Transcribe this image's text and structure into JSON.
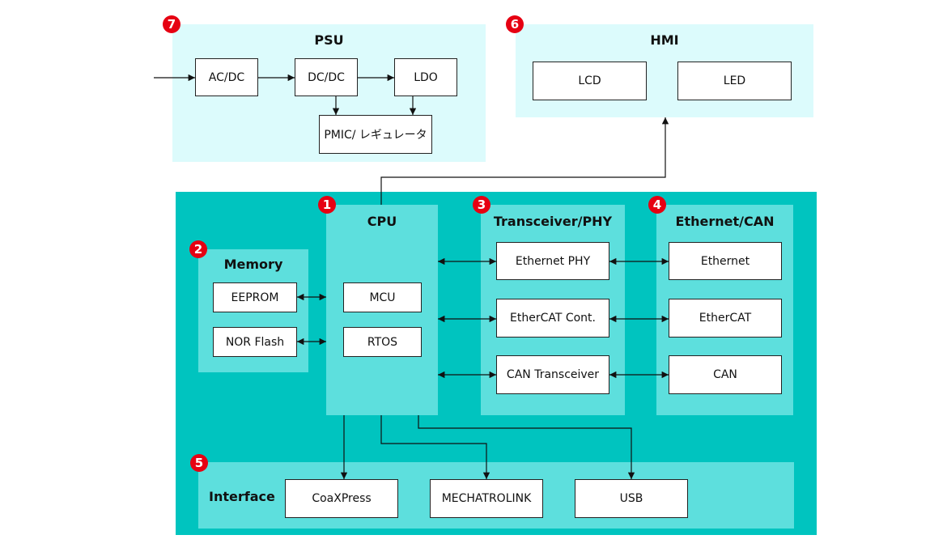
{
  "psu": {
    "badge": "7",
    "title": "PSU",
    "acdc": "AC/DC",
    "dcdc": "DC/DC",
    "ldo": "LDO",
    "pmic": "PMIC/ レギュレータ"
  },
  "hmi": {
    "badge": "6",
    "title": "HMI",
    "lcd": "LCD",
    "led": "LED"
  },
  "memory": {
    "badge": "2",
    "title": "Memory",
    "eeprom": "EEPROM",
    "nor": "NOR Flash"
  },
  "cpu": {
    "badge": "1",
    "title": "CPU",
    "mcu": "MCU",
    "rtos": "RTOS"
  },
  "transceiver": {
    "badge": "3",
    "title": "Transceiver/PHY",
    "ethphy": "Ethernet PHY",
    "ethercat_cont": "EtherCAT Cont.",
    "can_transceiver": "CAN Transceiver"
  },
  "ethcan": {
    "badge": "4",
    "title": "Ethernet/CAN",
    "ethernet": "Ethernet",
    "ethercat": "EtherCAT",
    "can": "CAN"
  },
  "interface": {
    "badge": "5",
    "title": "Interface",
    "coaxpress": "CoaXPress",
    "mechatrolink": "MECHATROLINK",
    "usb": "USB"
  },
  "colors": {
    "main_panel": "#00c4bf",
    "sub_panel": "#5ddfdd",
    "light_panel": "#dcfbfc",
    "badge": "#e60012"
  }
}
